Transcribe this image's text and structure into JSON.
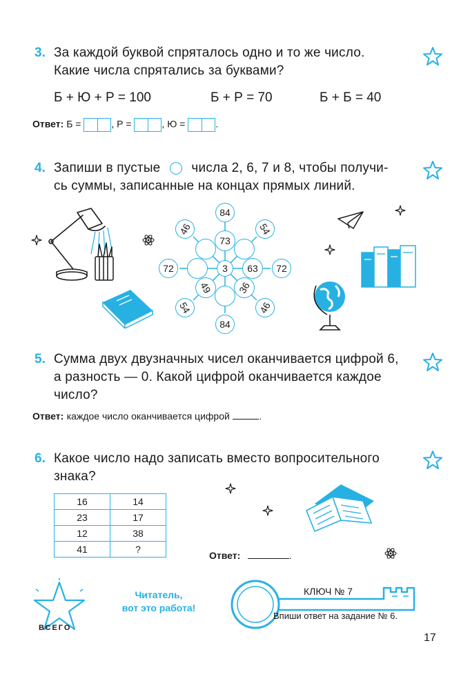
{
  "task3": {
    "number": "3.",
    "line1": "За каждой буквой спряталось одно и то же число.",
    "line2": "Какие числа спрятались за буквами?",
    "eq1": "Б + Ю + Р = 100",
    "eq2": "Б + Р = 70",
    "eq3": "Б + Б = 40",
    "answer_label": "Ответ:",
    "answer_b": "Б =",
    "answer_r": ", Р =",
    "answer_yu": ", Ю =",
    "answer_end": "."
  },
  "task4": {
    "number": "4.",
    "line1_a": "Запиши в пустые",
    "line1_b": "числа 2, 6, 7 и 8, чтобы получи-",
    "line2": "сь суммы, записанные на концах прямых линий.",
    "center": "3",
    "outer": {
      "top": "84",
      "bottom": "84",
      "left": "72",
      "right": "72",
      "tl": "46",
      "tr": "54",
      "bl": "54",
      "br": "46"
    },
    "inner": {
      "top": "73",
      "right": "63",
      "bl": "49",
      "br": "36"
    }
  },
  "task5": {
    "number": "5.",
    "line1": "Сумма двух двузначных чисел оканчивается цифрой 6,",
    "line2": "а разность — 0. Какой цифрой оканчивается каждое",
    "line3": "число?",
    "answer_label": "Ответ:",
    "answer_text": "каждое число оканчивается цифрой",
    "answer_end": "."
  },
  "task6": {
    "number": "6.",
    "line1": "Какое число надо записать вместо вопросительного",
    "line2": "знака?",
    "table": [
      [
        "16",
        "14"
      ],
      [
        "23",
        "17"
      ],
      [
        "12",
        "38"
      ],
      [
        "41",
        "?"
      ]
    ],
    "answer_label": "Ответ:",
    "answer_end": "."
  },
  "footer": {
    "total_label": "ВСЕГО",
    "praise_line1": "Читатель,",
    "praise_line2": "вот это работа!",
    "key_title": "КЛЮЧ № 7",
    "key_instruction": "Впиши ответ на задание № 6.",
    "page_number": "17"
  },
  "colors": {
    "accent": "#27b1e3",
    "text": "#1a1a1a"
  },
  "icons": [
    "star-icon",
    "desk-lamp-icon",
    "pencil-cup-icon",
    "closed-book-icon",
    "paper-plane-icon",
    "sparkle-icon",
    "atom-icon",
    "books-icon",
    "globe-icon",
    "open-book-icon",
    "key-icon"
  ]
}
